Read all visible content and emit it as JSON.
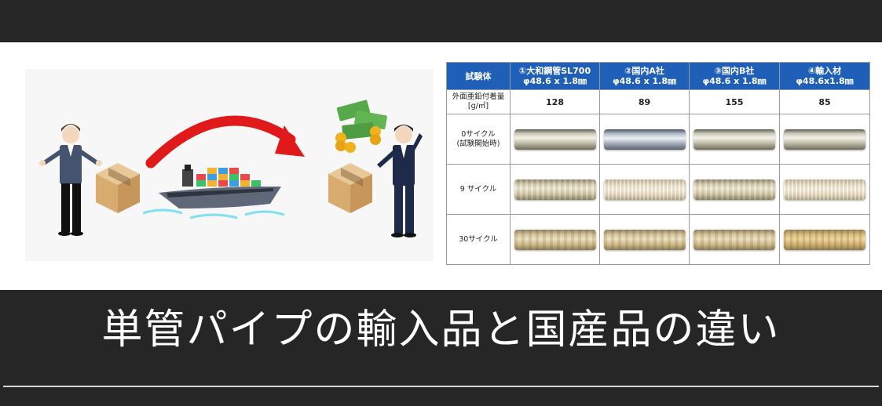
{
  "headline": "単管パイプの輸入品と国産品の違い",
  "table": {
    "corner_label": "試験体",
    "columns": [
      {
        "name": "①大和鋼管SL700",
        "spec": "φ48.6 x 1.8㎜"
      },
      {
        "name": "②国内A社",
        "spec": "φ48.6 x 1.8㎜"
      },
      {
        "name": "③国内B社",
        "spec": "φ48.6 x 1.8㎜"
      },
      {
        "name": "④輸入材",
        "spec": "φ48.6x1.8㎜"
      }
    ],
    "coating_label_line1": "外面亜鉛付着量",
    "coating_label_line2": "[g/㎡]",
    "coating_values": [
      "128",
      "89",
      "155",
      "85"
    ],
    "cycle_labels": [
      {
        "line1": "0サイクル",
        "line2": "(試験開始時)"
      },
      {
        "line1": "9 サイクル",
        "line2": ""
      },
      {
        "line1": "30サイクル",
        "line2": ""
      }
    ]
  },
  "colors": {
    "header_blue": "#1f5fb8",
    "arrow_red": "#e0191b",
    "band_dark": "#262626"
  }
}
